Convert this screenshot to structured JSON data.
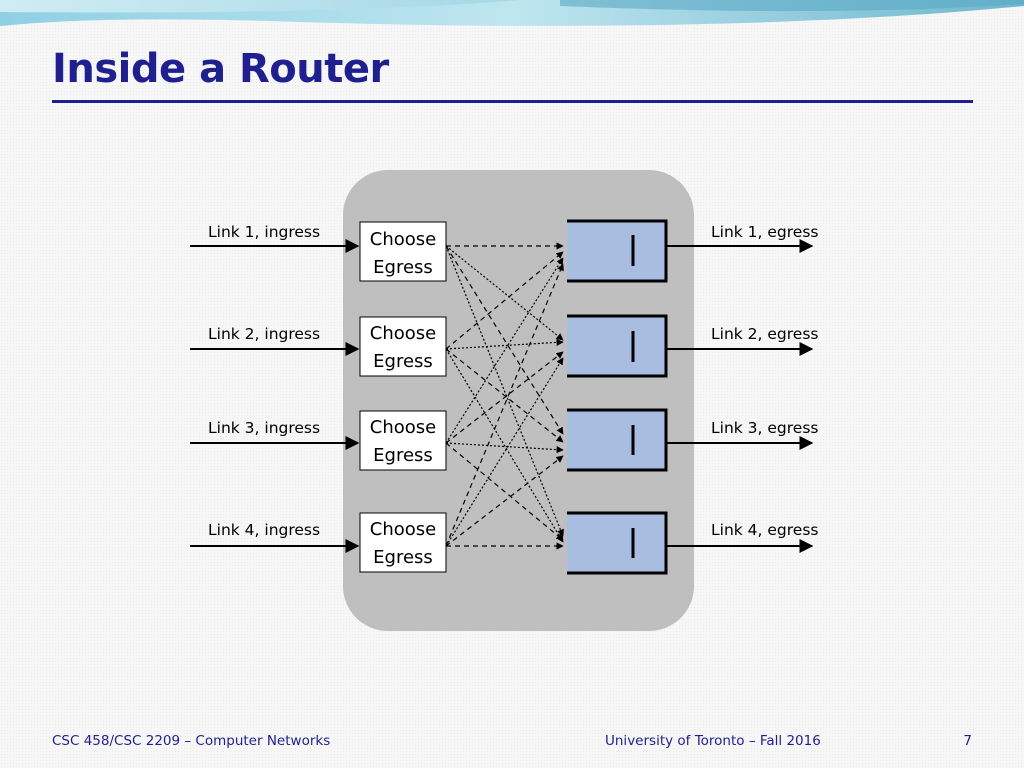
{
  "slide": {
    "title": "Inside a Router",
    "page_number": "7"
  },
  "footer": {
    "course": "CSC 458/CSC 2209 – Computer Networks",
    "institution": "University of Toronto – Fall 2016"
  },
  "diagram": {
    "ingress_labels": [
      "Link 1, ingress",
      "Link 2, ingress",
      "Link 3, ingress",
      "Link 4, ingress"
    ],
    "egress_labels": [
      "Link 1, egress",
      "Link 2, egress",
      "Link 3, egress",
      "Link 4, egress"
    ],
    "process_box": {
      "line1": "Choose",
      "line2": "Egress"
    },
    "colors": {
      "title": "#1f1f8f",
      "router_fill": "#bfbfbf",
      "queue_fill": "#a9bde0"
    }
  }
}
